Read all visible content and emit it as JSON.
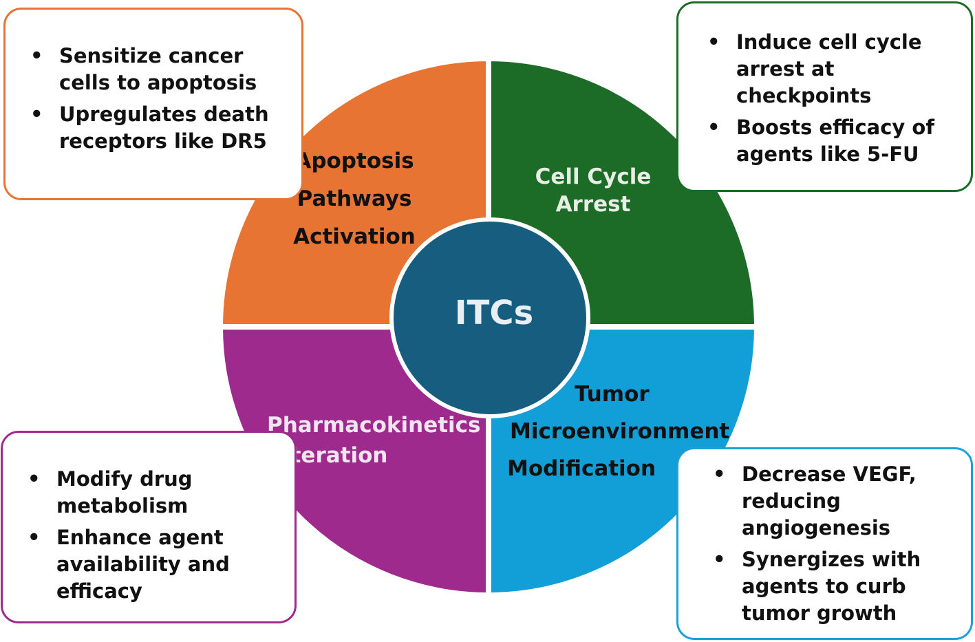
{
  "center": {
    "label": "ITCs",
    "color": "#175d80"
  },
  "quadrants": [
    {
      "id": "apoptosis",
      "lines": [
        "Apoptosis",
        "Pathways",
        "Activation"
      ],
      "color": "#e87433",
      "text_color": "#111111"
    },
    {
      "id": "cell-cycle",
      "lines": [
        "Cell Cycle",
        "Arrest"
      ],
      "color": "#1c6b26",
      "text_color": "#e8eee6"
    },
    {
      "id": "pharmacokinetics",
      "lines": [
        "Pharmacokinetics",
        "Alteration"
      ],
      "color": "#9e2a8e",
      "text_color": "#f1e6ef"
    },
    {
      "id": "tumor",
      "lines": [
        "Tumor",
        "Microenvironment",
        "Modification"
      ],
      "color": "#129ed6",
      "text_color": "#111111"
    }
  ],
  "boxes": [
    {
      "id": "apoptosis",
      "border_color": "#e87433",
      "bullets": [
        "Sensitize cancer cells to apoptosis",
        "Upregulates death receptors like DR5"
      ]
    },
    {
      "id": "cell-cycle",
      "border_color": "#1c6b26",
      "bullets": [
        "Induce cell cycle arrest at checkpoints",
        "Boosts efficacy of agents like 5-FU"
      ]
    },
    {
      "id": "pharmacokinetics",
      "border_color": "#9e2a8e",
      "bullets": [
        "Modify drug metabolism",
        "Enhance agent availability and efficacy"
      ]
    },
    {
      "id": "tumor",
      "border_color": "#1e9fd6",
      "bullets": [
        "Decrease VEGF, reducing angiogenesis",
        "Synergizes with agents to curb tumor growth"
      ]
    }
  ]
}
